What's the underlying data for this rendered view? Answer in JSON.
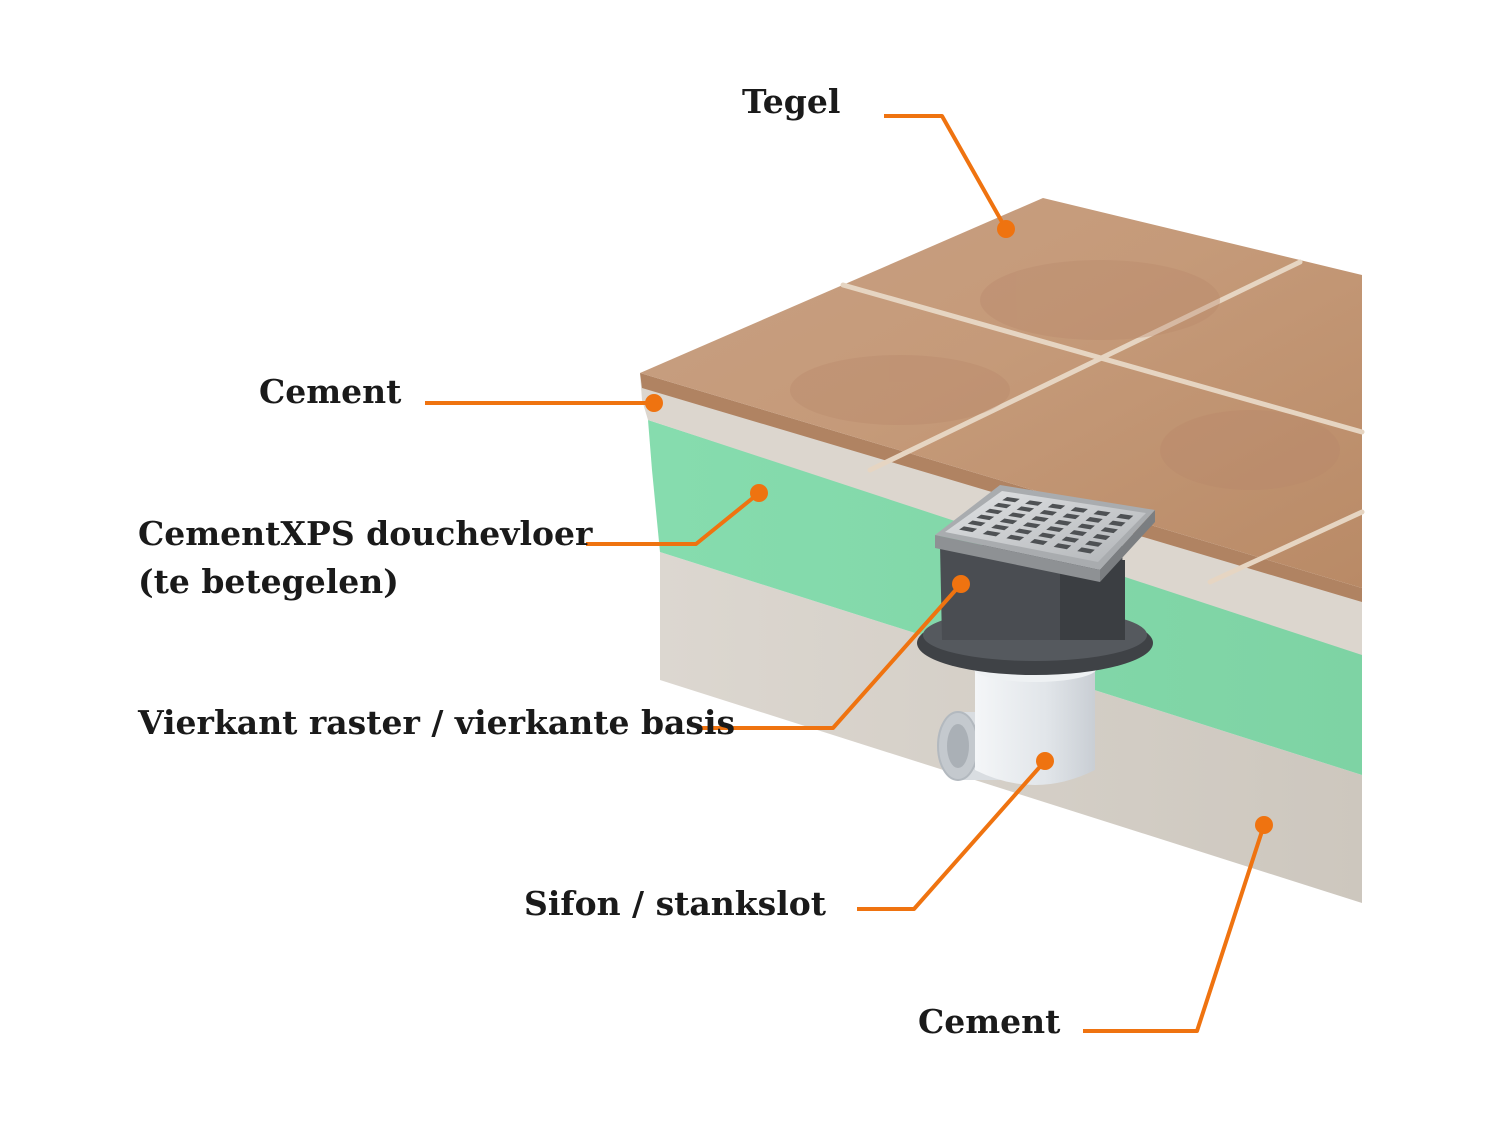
{
  "labels": {
    "tegel": "Tegel",
    "cement_top": "Cement",
    "xps_line1": "CementXPS douchevloer",
    "xps_line2": "(te betegelen)",
    "raster": "Vierkant raster / vierkante basis",
    "sifon": "Sifon / stankslot",
    "cement_bottom": "Cement"
  },
  "colors": {
    "leader": "#ef7310",
    "tile": "#c39777",
    "grout": "#e4d3c0",
    "cement": "#d3cdc5",
    "xps": "#7fd9a6",
    "drain_body": "#4a4d52",
    "drain_grate": "#c7c9cb",
    "sifon": "#e6e9ec"
  }
}
